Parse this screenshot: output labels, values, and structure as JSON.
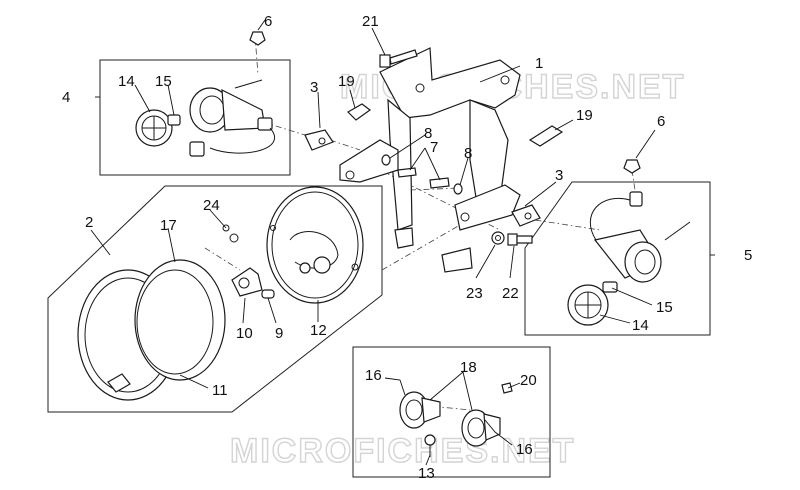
{
  "watermark": "MICROFICHES.NET",
  "labels": {
    "l1": "1",
    "l2": "2",
    "l3a": "3",
    "l3b": "3",
    "l4": "4",
    "l5": "5",
    "l6a": "6",
    "l6b": "6",
    "l7": "7",
    "l8a": "8",
    "l8b": "8",
    "l9": "9",
    "l10": "10",
    "l11": "11",
    "l12": "12",
    "l13": "13",
    "l14a": "14",
    "l14b": "14",
    "l15a": "15",
    "l15b": "15",
    "l16a": "16",
    "l16b": "16",
    "l17": "17",
    "l18": "18",
    "l19a": "19",
    "l19b": "19",
    "l20": "20",
    "l21": "21",
    "l22": "22",
    "l23": "23",
    "l24": "24"
  }
}
